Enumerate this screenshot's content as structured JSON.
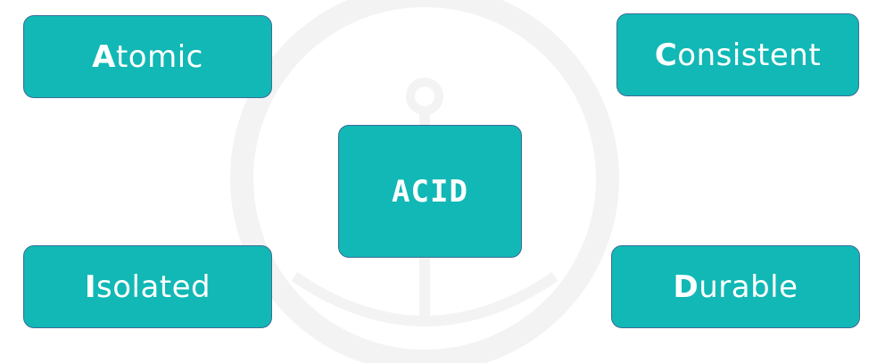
{
  "center": {
    "label": "ACID"
  },
  "properties": [
    {
      "initial": "A",
      "rest": "tomic"
    },
    {
      "initial": "C",
      "rest": "onsistent"
    },
    {
      "initial": "I",
      "rest": "solated"
    },
    {
      "initial": "D",
      "rest": "urable"
    }
  ],
  "colors": {
    "box_fill": "#11b8b5",
    "box_border": "#3b6d9a",
    "text": "#ffffff",
    "watermark": "#f2f2f2"
  }
}
